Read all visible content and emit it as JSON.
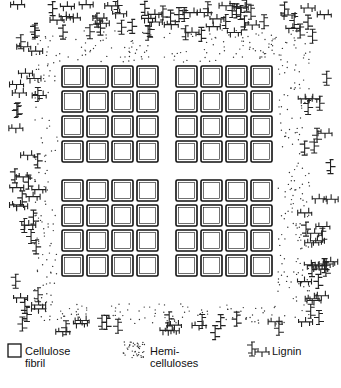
{
  "diagram": {
    "legend": [
      {
        "text": "Cellulose fibril"
      },
      {
        "text": "Hemi- celluloses"
      },
      {
        "text": "Lignin"
      }
    ]
  }
}
